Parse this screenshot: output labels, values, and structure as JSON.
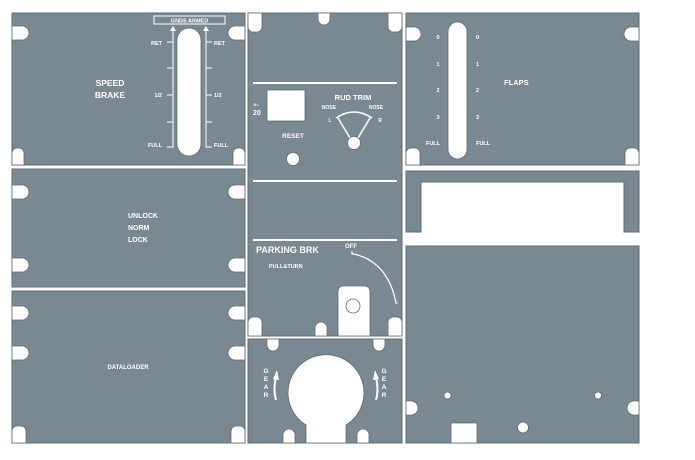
{
  "colors": {
    "panel": "#7a8891",
    "panel_edge": "#5f6b72",
    "marking": "#ffffff",
    "background": "#ffffff"
  },
  "speed_brake": {
    "title_line1": "SPEED",
    "title_line2": "BRAKE",
    "armed_label": "GNDS ARMED",
    "left_scale": [
      "RET",
      "1/2",
      "FULL"
    ],
    "right_scale": [
      "RET",
      "1/2",
      "FULL"
    ]
  },
  "rudder_trim": {
    "title": "RUD TRIM",
    "range_line1": "+-",
    "range_line2": "20",
    "nose_left": "NOSE",
    "left": "L",
    "nose_right": "NOSE",
    "right": "R",
    "reset": "RESET"
  },
  "flaps": {
    "title": "FLAPS",
    "left_scale": [
      "0",
      "1",
      "2",
      "3",
      "FULL"
    ],
    "right_scale": [
      "0",
      "1",
      "2",
      "3",
      "FULL"
    ]
  },
  "door_lock": {
    "options": [
      "UNLOCK",
      "NORM",
      "LOCK"
    ]
  },
  "parking_brake": {
    "title": "PARKING BRK",
    "instruction": "PULL&TURN",
    "off_label": "OFF"
  },
  "dataloader": {
    "title": "DATALOADER"
  },
  "gear": {
    "left_label": [
      "G",
      "E",
      "A",
      "R"
    ],
    "right_label": [
      "G",
      "E",
      "A",
      "R"
    ]
  }
}
